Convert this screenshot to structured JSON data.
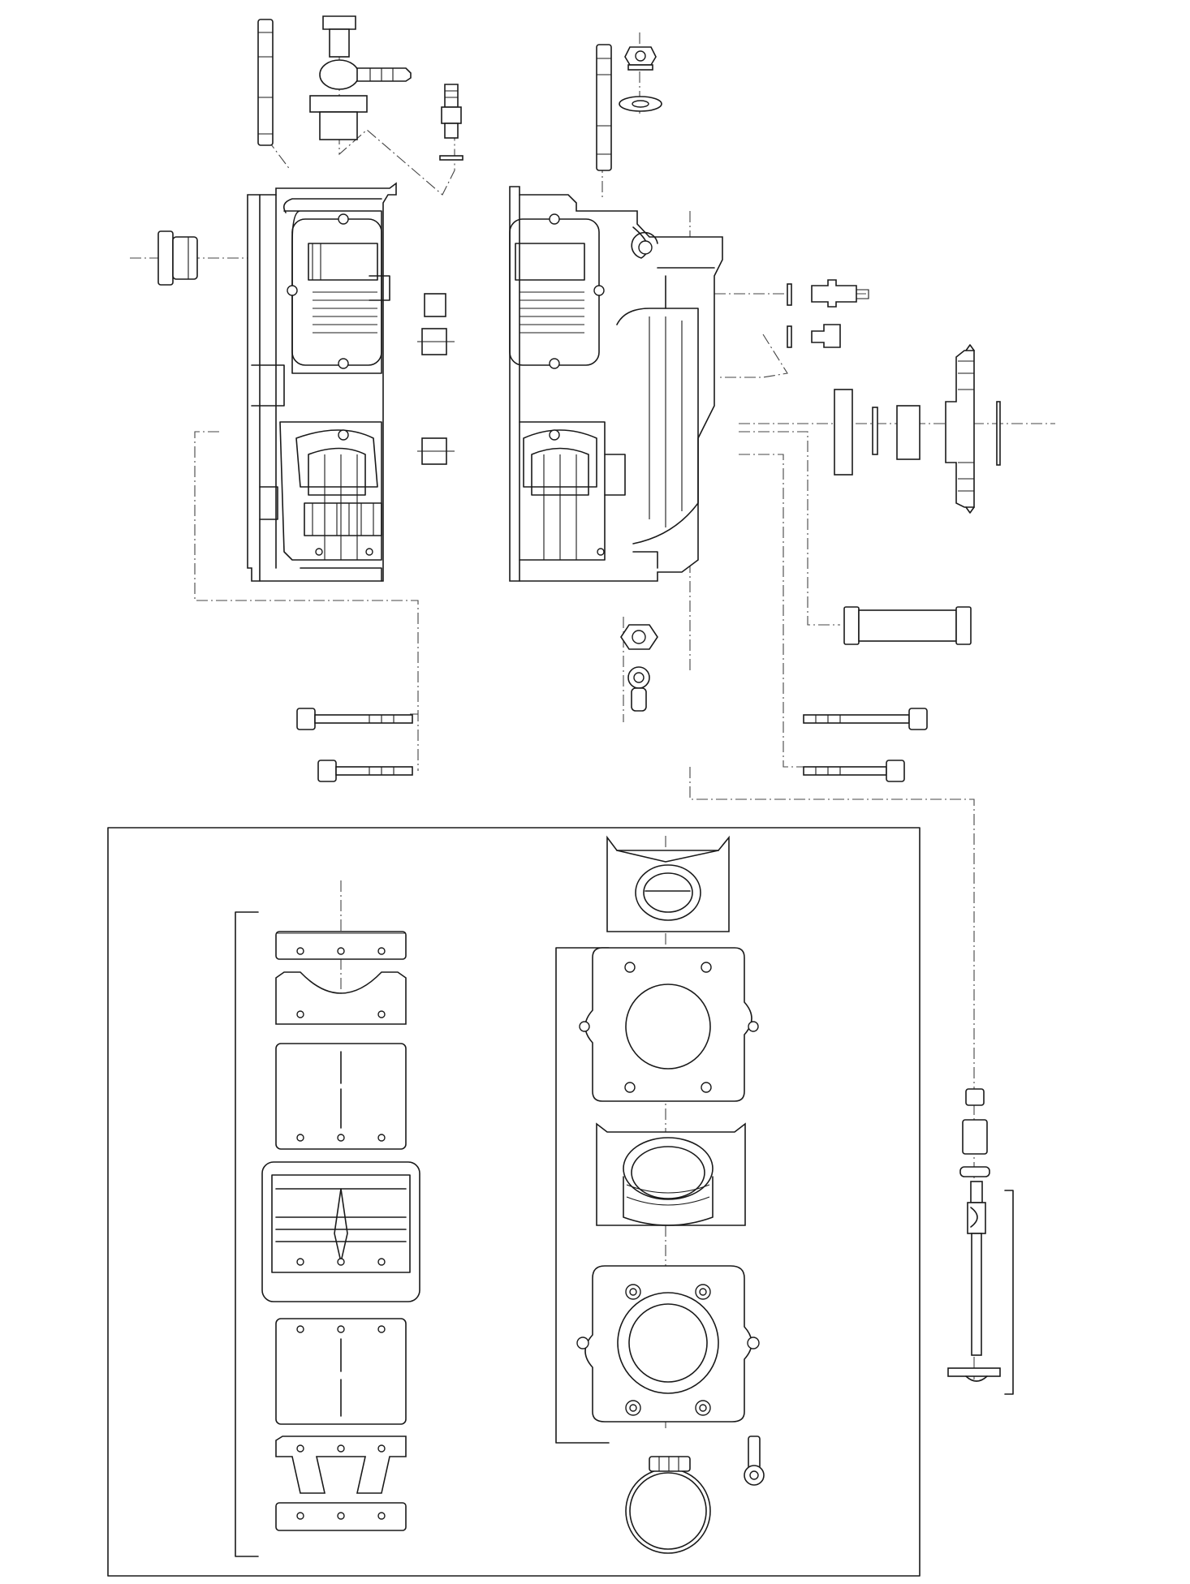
{
  "diagram": {
    "type": "exploded-assembly-drawing",
    "labels": [],
    "components": [
      {
        "name": "left-crankcase-half"
      },
      {
        "name": "right-crankcase-half"
      },
      {
        "name": "reed-valve-block-assembly"
      },
      {
        "name": "intake-manifold-assembly"
      },
      {
        "name": "drive-sprocket-assembly"
      },
      {
        "name": "pin-assembly"
      }
    ],
    "colors": {
      "line": "#1a1a1a",
      "background": "#ffffff"
    }
  }
}
